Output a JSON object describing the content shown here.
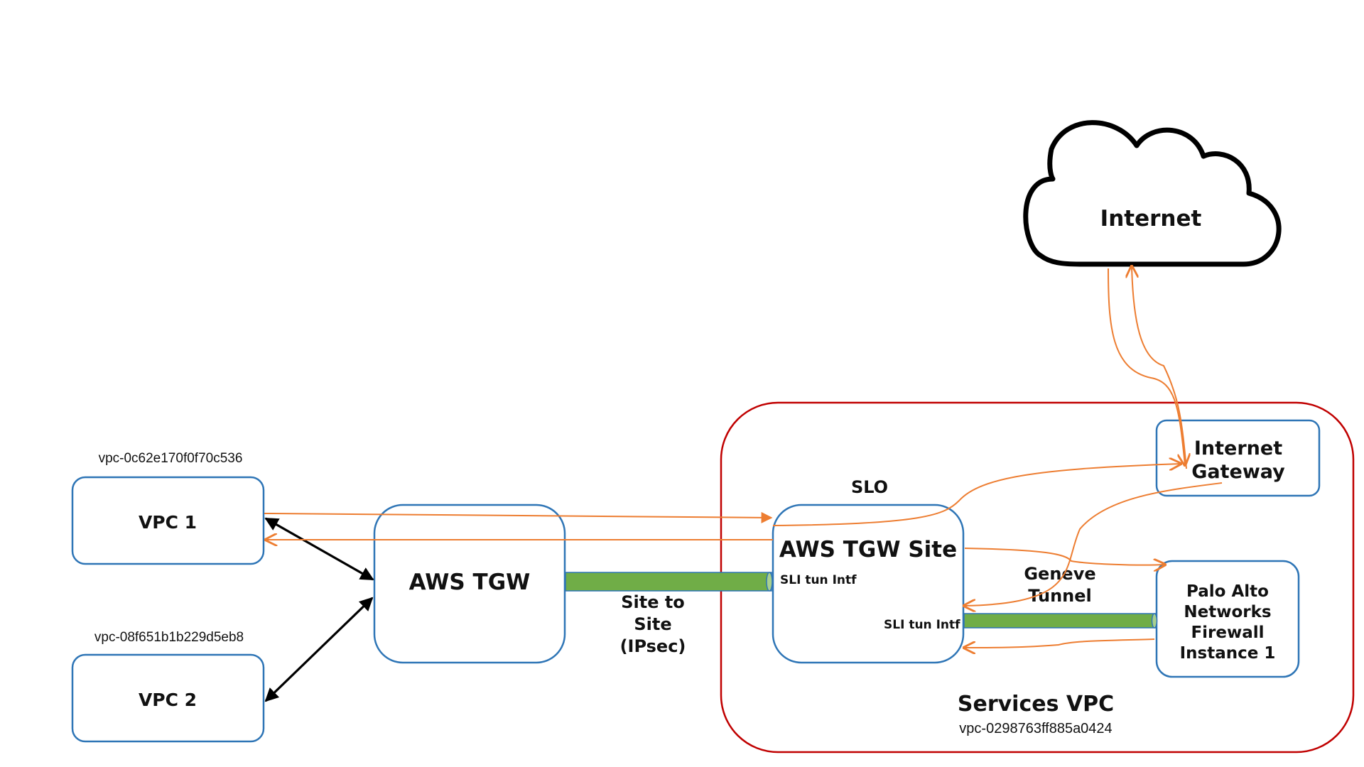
{
  "diagram": {
    "internet": {
      "label": "Internet"
    },
    "services_vpc": {
      "title": "Services VPC",
      "vpc_id": "vpc-0298763ff885a0424"
    },
    "internet_gateway": {
      "line1": "Internet",
      "line2": "Gateway"
    },
    "palo_alto": {
      "line1": "Palo Alto",
      "line2": "Networks",
      "line3": "Firewall",
      "line4": "Instance 1"
    },
    "tgw_site": {
      "title": "AWS TGW Site",
      "slo_label": "SLO",
      "sli_left": "SLI tun Intf",
      "sli_right": "SLI tun Intf"
    },
    "aws_tgw": {
      "title": "AWS TGW"
    },
    "vpc1": {
      "title": "VPC 1",
      "vpc_id": "vpc-0c62e170f0f70c536"
    },
    "vpc2": {
      "title": "VPC 2",
      "vpc_id": "vpc-08f651b1b229d5eb8"
    },
    "site_to_site": {
      "line1": "Site to",
      "line2": "Site",
      "line3": "(IPsec)"
    },
    "geneve": {
      "line1": "Geneve",
      "line2": "Tunnel"
    },
    "colors": {
      "box_border": "#2e75b6",
      "services_border": "#c00000",
      "flow_arrow": "#ed7d31",
      "tunnel_fill": "#70ad47",
      "tunnel_stroke": "#2e75b6",
      "link_arrow": "#000000"
    }
  }
}
